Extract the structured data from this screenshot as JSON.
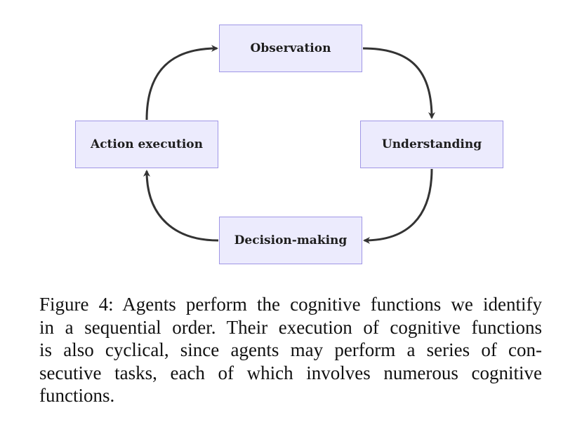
{
  "nodes": {
    "observation": "Observation",
    "understanding": "Understanding",
    "decision": "Decision-making",
    "action": "Action execution"
  },
  "caption": {
    "lines": [
      "Figure 4: Agents perform the cognitive functions we identify",
      "in a sequential order. Their execution of cognitive functions",
      "is also cyclical, since agents may perform a series of con-",
      "secutive tasks, each of which involves numerous cognitive",
      "functions."
    ]
  },
  "colors": {
    "node_fill": "#ecebfd",
    "node_border": "#9f96e6",
    "arrow": "#333333"
  }
}
